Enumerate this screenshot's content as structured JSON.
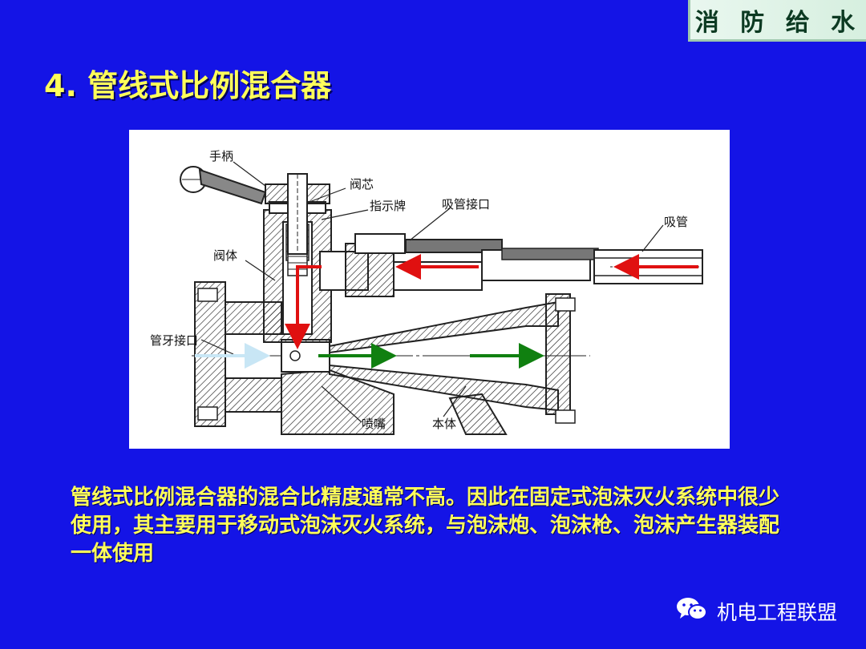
{
  "header": {
    "tag": "消 防 给 水"
  },
  "slide": {
    "title": "4. 管线式比例混合器",
    "description": "管线式比例混合器的混合比精度通常不高。因此在固定式泡沫灭火系统中很少使用，其主要用于移动式泡沫灭火系统，与泡沫炮、泡沫枪、泡沫产生器装配一体使用"
  },
  "diagram": {
    "labels": {
      "handle": "手柄",
      "valve_core": "阀芯",
      "indicator": "指示牌",
      "suction_connector": "吸管接口",
      "suction_pipe": "吸管",
      "valve_body": "阀体",
      "pipe_thread": "管牙接口",
      "nozzle": "喷嘴",
      "body": "本体"
    },
    "colors": {
      "suction_flow": "#e01010",
      "water_in": "#c8e6f5",
      "mixed_out": "#108010"
    }
  },
  "watermark": {
    "text": "机电工程联盟",
    "icon": "wechat-icon"
  }
}
